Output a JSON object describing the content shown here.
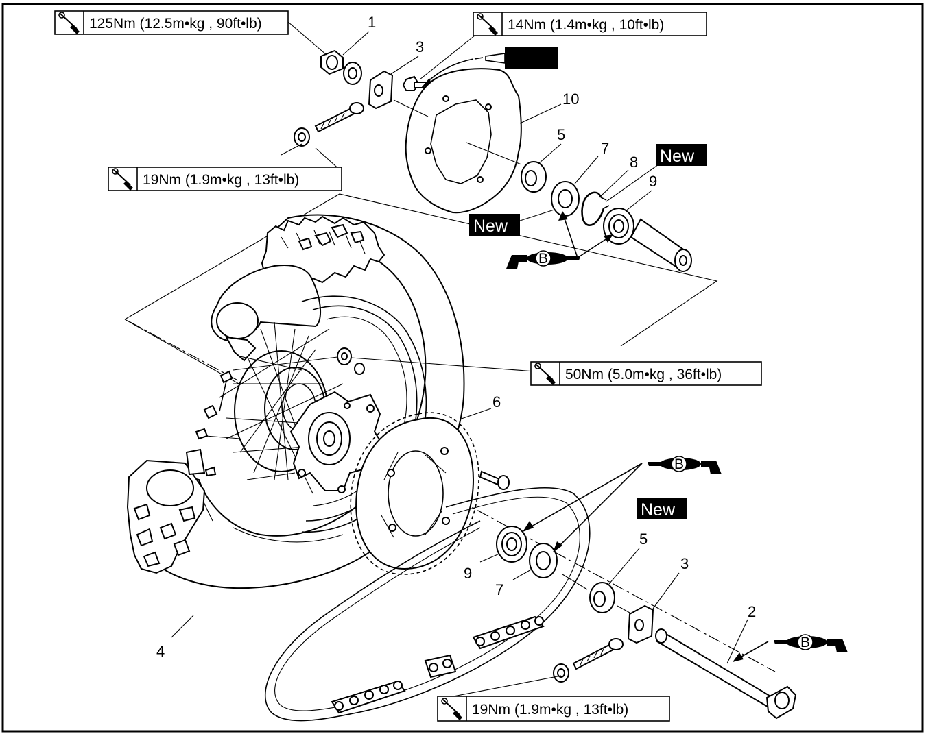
{
  "torque_specs": {
    "t1": "125Nm (12.5m•kg , 90ft•lb)",
    "t2": "14Nm (1.4m•kg , 10ft•lb)",
    "t3": "19Nm (1.9m•kg , 13ft•lb)",
    "t4": "50Nm (5.0m•kg , 36ft•lb)",
    "t5": "19Nm (1.9m•kg , 13ft•lb)"
  },
  "new_labels": {
    "n1": "New",
    "n2": "New",
    "n3": "New"
  },
  "grease_marks": {
    "g1": "B",
    "g2": "B",
    "g3": "B"
  },
  "callouts": {
    "c1": "1",
    "c3a": "3",
    "c10": "10",
    "c5a": "5",
    "c7a": "7",
    "c8": "8",
    "c9a": "9",
    "c6": "6",
    "c9b": "9",
    "c7b": "7",
    "c5b": "5",
    "c3b": "3",
    "c2": "2",
    "c4": "4"
  }
}
